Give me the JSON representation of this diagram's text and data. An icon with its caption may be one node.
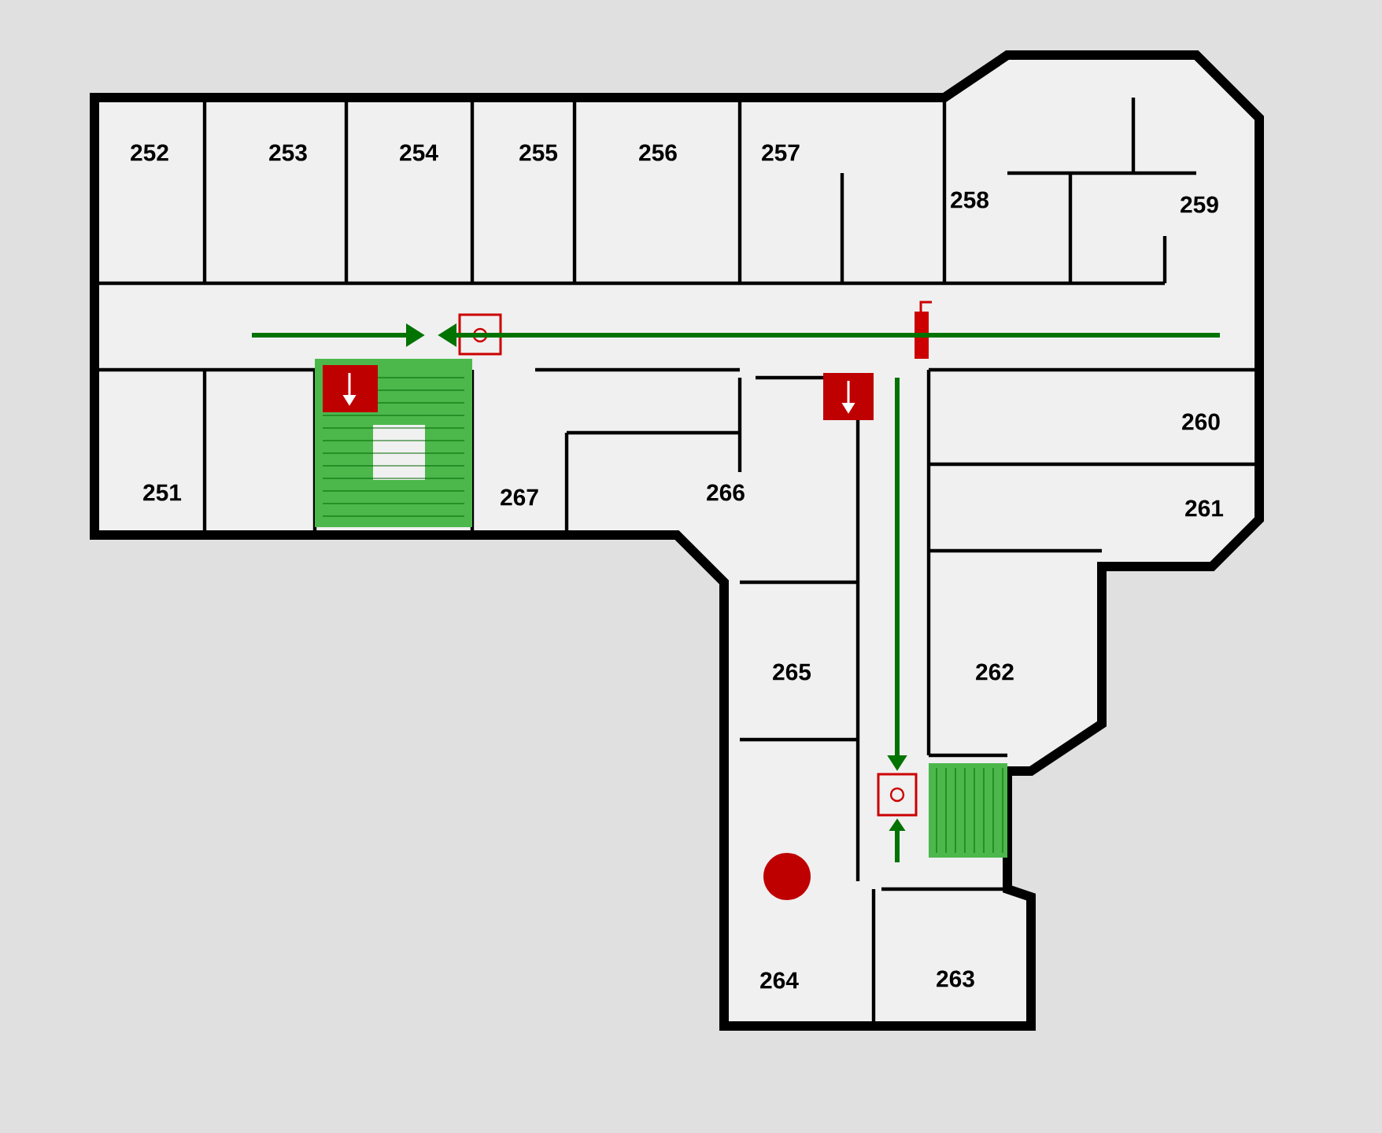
{
  "diagram": {
    "labels": [
      "252",
      "253",
      "254",
      "255",
      "256",
      "257",
      "258",
      "259",
      "260",
      "251",
      "267",
      "266",
      "261",
      "265",
      "262",
      "264",
      "263"
    ]
  }
}
